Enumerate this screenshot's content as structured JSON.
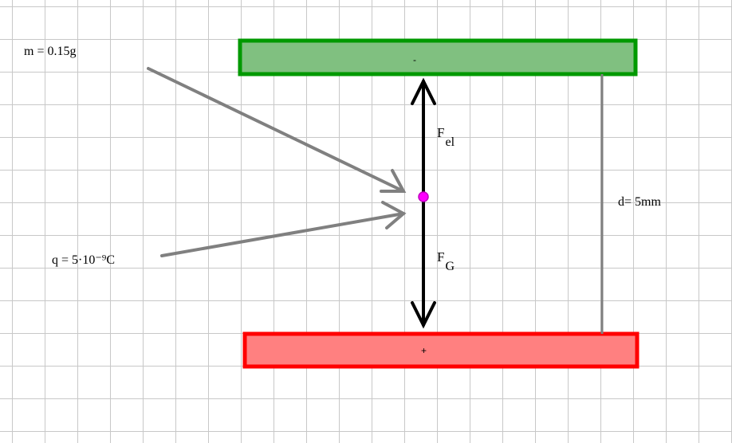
{
  "labels": {
    "mass": "m  = 0.15g",
    "charge": "q  = 5·10⁻⁹C",
    "distance": "d= 5mm",
    "f_el_main": "F",
    "f_el_sub": "el",
    "f_g_main": "F",
    "f_g_sub": "G"
  },
  "plates": {
    "top_sign": "-",
    "bottom_sign": "+",
    "top_color": "#009900",
    "top_fill": "#80c080",
    "bottom_color": "#ff0000",
    "bottom_fill": "#ff8080"
  },
  "particle_color": "#ff00ff"
}
